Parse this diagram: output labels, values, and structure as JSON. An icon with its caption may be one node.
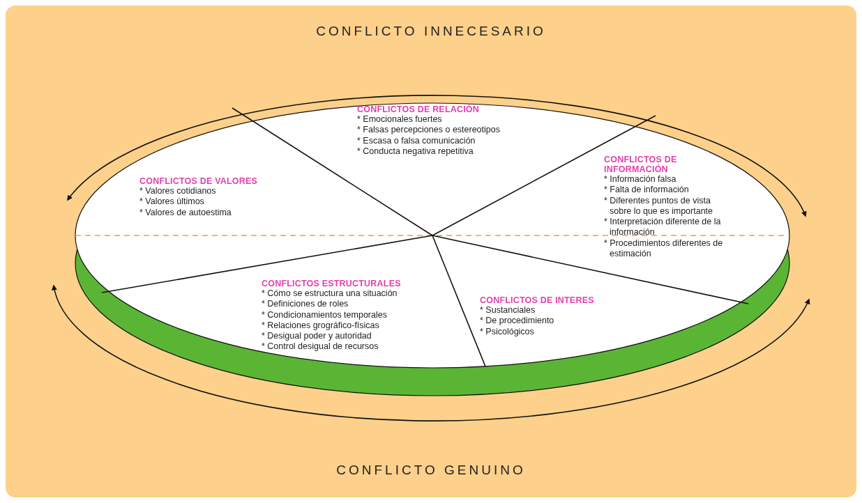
{
  "diagram": {
    "nodes": [
      {
        "text": [
          "CONFLICTOS DE RELACIÓN",
          "* Emocionales fuertes",
          "* Falsas percepciones o estereotipos",
          "* Escasa o falsa comunicación",
          "* Conducta negativa repetitiva"
        ]
      },
      {
        "text": [
          "CONFLICTOS DE VALORES",
          "* Valores cotidianos",
          "* Valores últimos",
          "* Valores de autoestima"
        ]
      },
      {
        "text": [
          "CONFLICTOS DE INFORMACIÓN",
          "* Información falsa",
          "* Falta de información",
          "* Diferentes puntos de vista sobre lo que es importante",
          "* Interpretación diferente de la información",
          "* Procedimientos diferentes de estimación"
        ]
      },
      {
        "text": [
          "CONFLICTOS ESTRUCTURALES",
          "* Cómo se estructura una situación",
          "* Definiciones de roles",
          "* Condicionamientos temporales",
          "* Relaciones grográfico-físicas",
          "* Desigual poder y autoridad",
          "* Control desigual de recursos"
        ]
      },
      {
        "text": [
          "CONFLICTOS DE INTERES",
          "* Sustanciales",
          "* De procedimiento",
          "* Psicológicos"
        ]
      }
    ],
    "labels": [
      "CONFLICTO INNECESARIO",
      "CONFLICTO GENUINO"
    ]
  }
}
